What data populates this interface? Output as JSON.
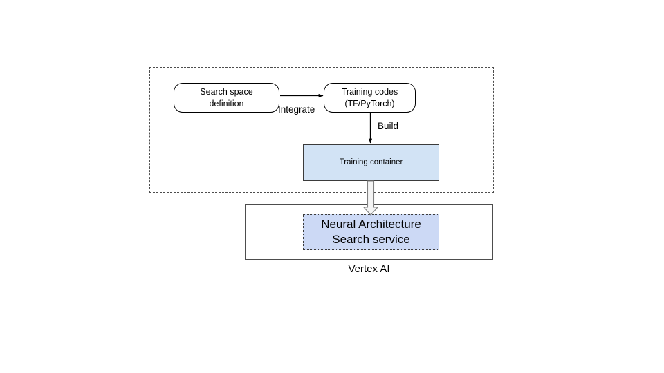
{
  "diagram": {
    "title_caption": "Vertex AI",
    "group": {
      "name": "dashed-user-scope",
      "border_style": "dashed",
      "border_color": "#4d4d4d"
    },
    "nodes": [
      {
        "id": "search-space",
        "label_line1": "Search space",
        "label_line2": "definition",
        "shape": "rounded-rectangle",
        "fill": "#ffffff",
        "stroke": "#000000"
      },
      {
        "id": "training-codes",
        "label_line1": "Training codes",
        "label_line2": "(TF/PyTorch)",
        "shape": "rounded-rectangle",
        "fill": "#ffffff",
        "stroke": "#000000"
      },
      {
        "id": "training-container",
        "label": "Training container",
        "shape": "rectangle",
        "fill": "#d2e3f5",
        "stroke": "#3b3b3b"
      },
      {
        "id": "vertex-ai",
        "label": "Vertex AI",
        "shape": "rectangle",
        "fill": "#ffffff",
        "stroke": "#4d4d4d"
      },
      {
        "id": "nas-service",
        "label_line1": "Neural Architecture",
        "label_line2": "Search service",
        "shape": "dotted-rectangle",
        "fill": "#ccd9f5",
        "stroke": "#3b3b3b"
      }
    ],
    "edges": [
      {
        "id": "search-space-to-training-codes",
        "label": "Integrate",
        "from": "search-space",
        "to": "training-codes",
        "style": "solid-thin-arrow",
        "color": "#000000"
      },
      {
        "id": "training-codes-to-training-container",
        "label": "Build",
        "from": "training-codes",
        "to": "training-container",
        "style": "solid-thin-arrow",
        "color": "#000000"
      },
      {
        "id": "training-container-to-nas-service",
        "label": "",
        "from": "training-container",
        "to": "nas-service",
        "style": "hollow-block-arrow",
        "color": "#808080",
        "fill": "#f2f2f2"
      }
    ]
  }
}
